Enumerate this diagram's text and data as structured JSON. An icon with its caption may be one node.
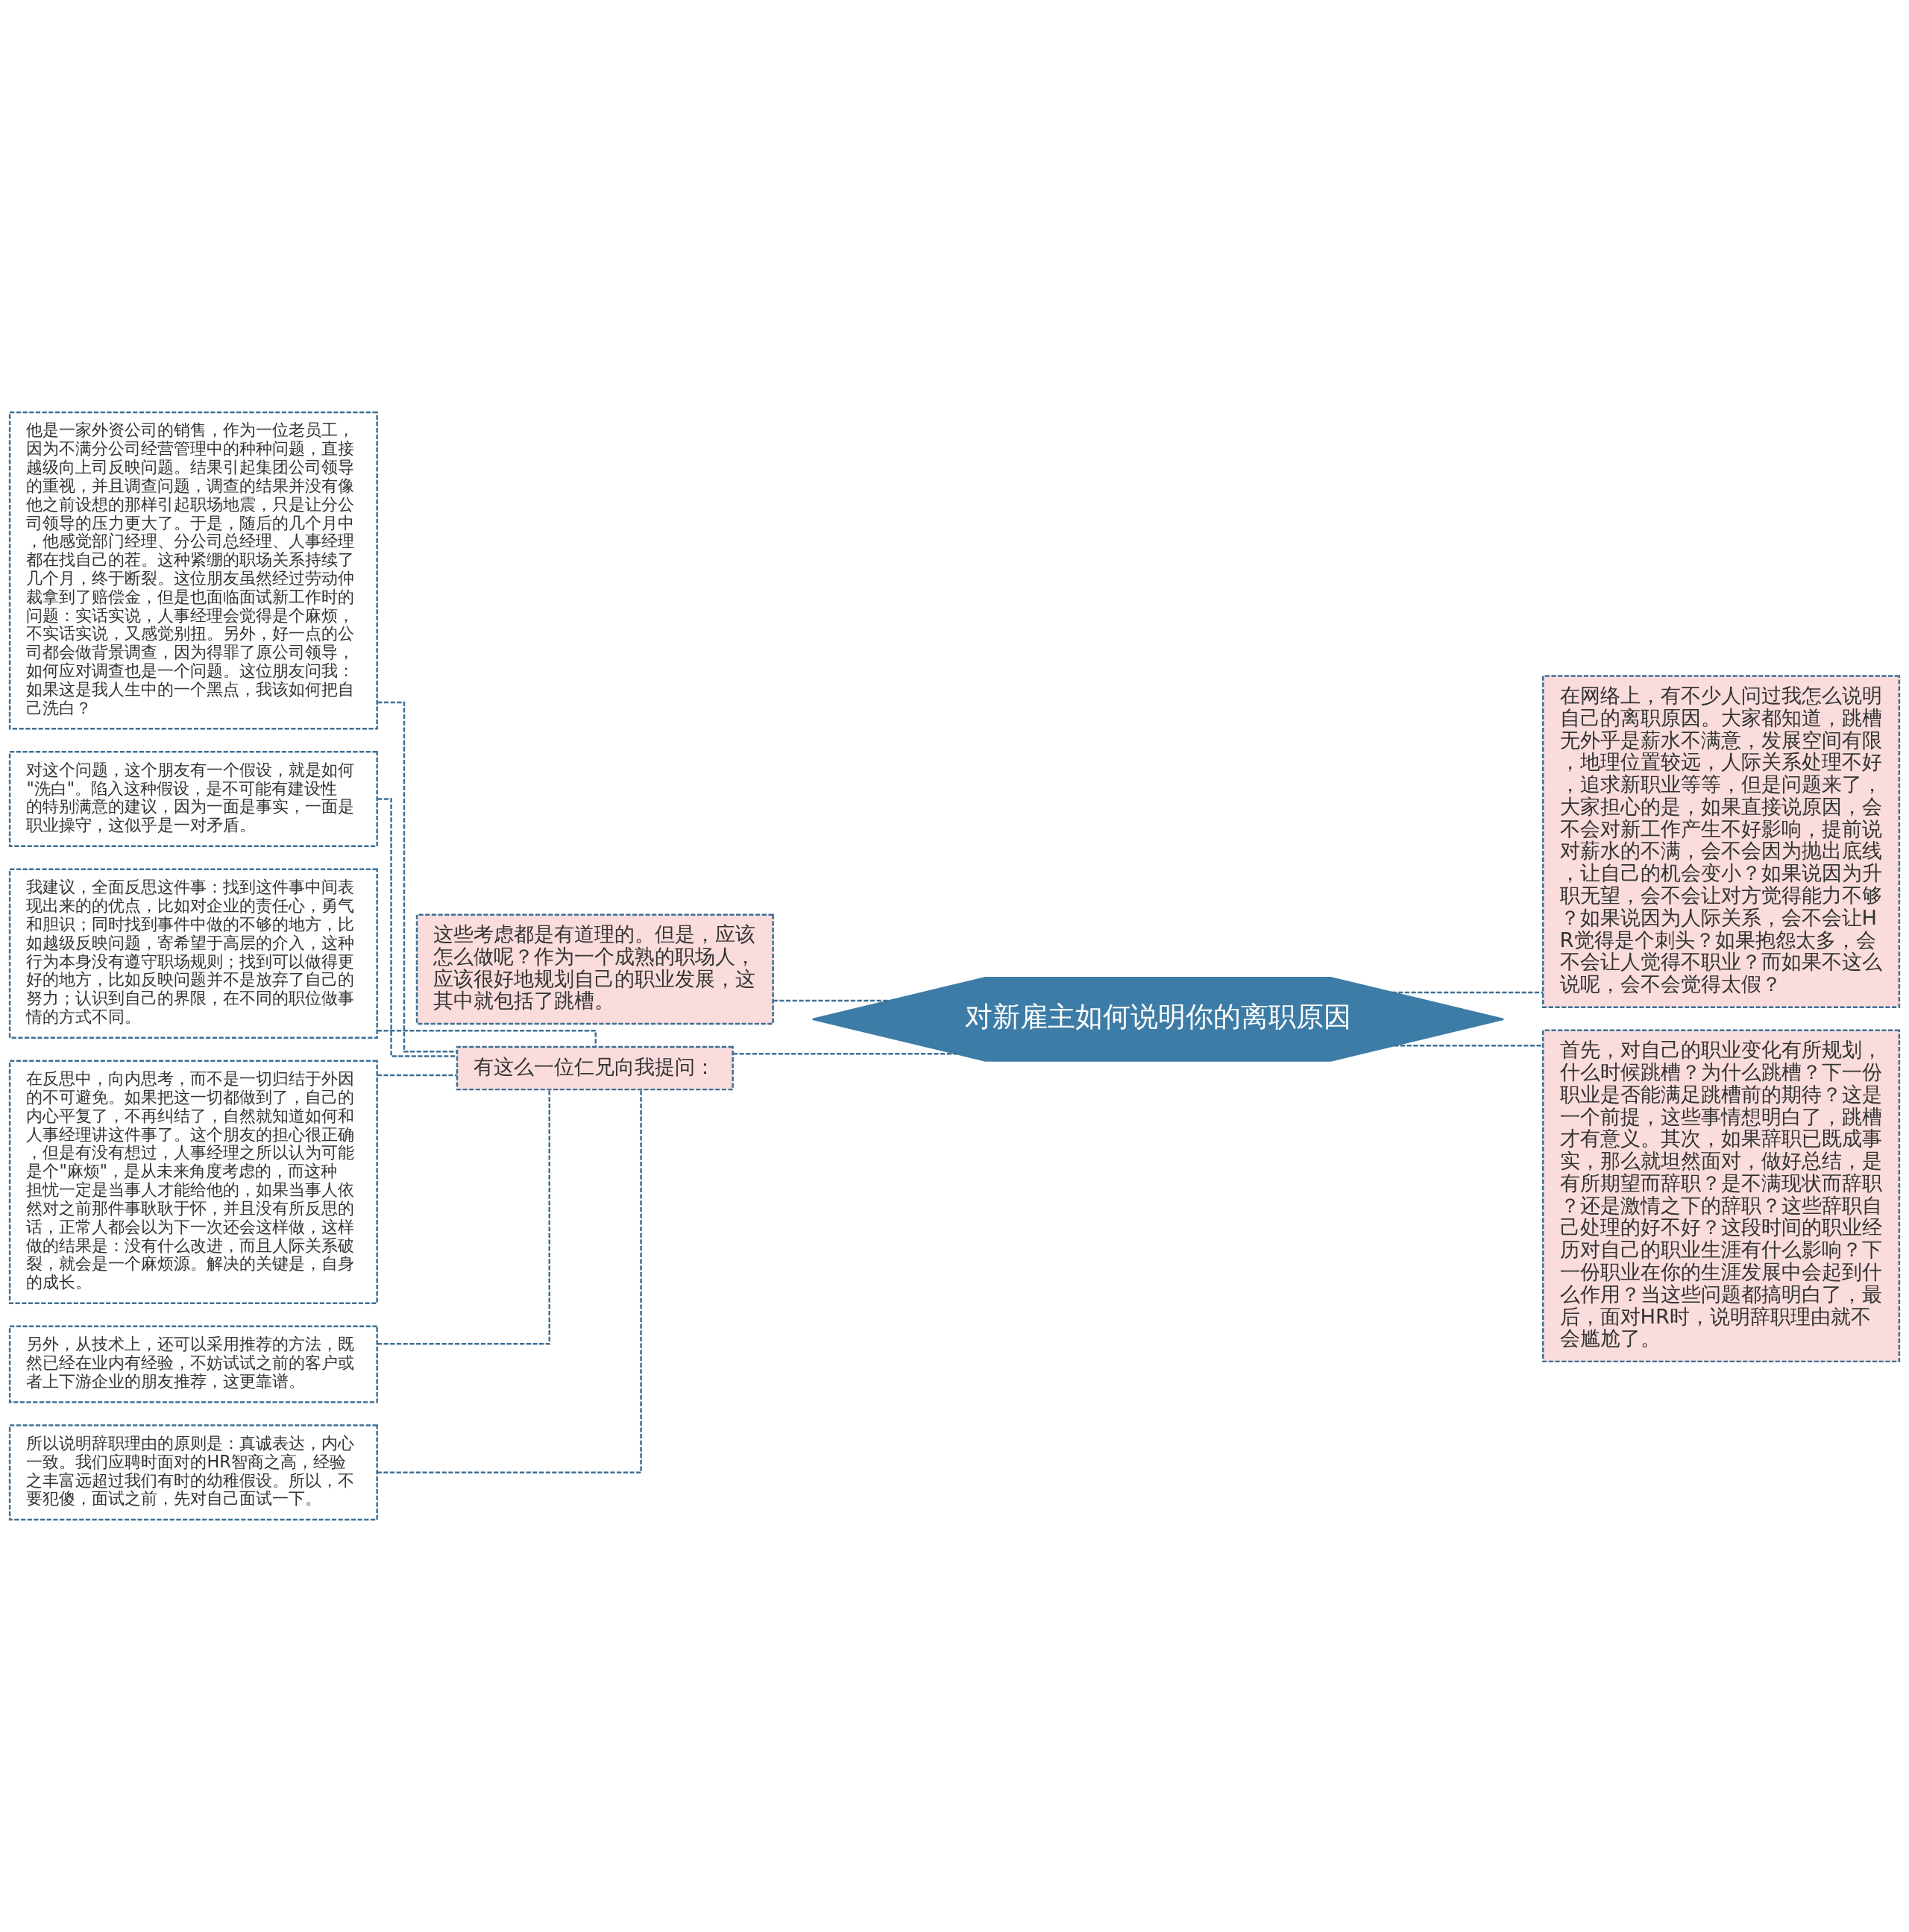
{
  "diagram": {
    "nodes": [
      {
        "text": [
          "对新雇主如何说明你的离职原因"
        ]
      },
      {
        "text": [
          "这些考虑都是有道理的。但是，应该怎么做呢？作为一个成熟的职场人，应该很好地规划自己的职业发展，这其中就包括了跳槽。"
        ]
      },
      {
        "text": [
          "有这么一位仁兄向我提问："
        ]
      },
      {
        "text": [
          "他是一家外资公司的销售，作为一位老员工，因为不满分公司经营管理中的种种问题，直接越级向上司反映问题。结果引起集团公司领导的重视，并且调查问题，调查的结果并没有像他之前设想的那样引起职场地震，只是让分公司领导的压力更大了。于是，随后的几个月中，他感觉部门经理、分公司总经理、人事经理都在找自己的茬。这种紧绷的职场关系持续了几个月，终于断裂。这位朋友虽然经过劳动仲裁拿到了赔偿金，但是也面临面试新工作时的问题：实话实说，人事经理会觉得是个麻烦，不实话实说，又感觉别扭。另外，好一点的公司都会做背景调查，因为得罪了原公司领导，如何应对调查也是一个问题。这位朋友问我：如果这是我人生中的一个黑点，我该如何把自己洗白？"
        ]
      },
      {
        "text": [
          "对这个问题，这个朋友有一个假设，就是如何\"洗白\"。陷入这种假设，是不可能有建设性的特别满意的建议，因为一面是事实，一面是职业操守，这似乎是一对矛盾。"
        ]
      },
      {
        "text": [
          "我建议，全面反思这件事：找到这件事中间表现出来的的优点，比如对企业的责任心，勇气和胆识；同时找到事件中做的不够的地方，比如越级反映问题，寄希望于高层的介入，这种行为本身没有遵守职场规则；找到可以做得更好的地方，比如反映问题并不是放弃了自己的努力；认识到自己的界限，在不同的职位做事情的方式不同。"
        ]
      },
      {
        "text": [
          "在反思中，向内思考，而不是一切归结于外因的不可避免。如果把这一切都做到了，自己的内心平复了，不再纠结了，自然就知道如何和人事经理讲这件事了。这个朋友的担心很正确，但是有没有想过，人事经理之所以认为可能是个\"麻烦\"，是从未来角度考虑的，而这种担忧一定是当事人才能给他的，如果当事人依然对之前那件事耿耿于怀，并且没有所反思的话，正常人都会以为下一次还会这样做，这样做的结果是：没有什么改进，而且人际关系破裂，就会是一个麻烦源。解决的关键是，自身的成长。"
        ]
      },
      {
        "text": [
          "另外，从技术上，还可以采用推荐的方法，既然已经在业内有经验，不妨试试之前的客户或者上下游企业的朋友推荐，这更靠谱。"
        ]
      },
      {
        "text": [
          "所以说明辞职理由的原则是：真诚表达，内心一致。我们应聘时面对的HR智商之高，经验之丰富远超过我们有时的幼稚假设。所以，不要犯傻，面试之前，先对自己面试一下。"
        ]
      },
      {
        "text": [
          "在网络上，有不少人问过我怎么说明自己的离职原因。大家都知道，跳槽无外乎是薪水不满意，发展空间有限，地理位置较远，人际关系处理不好，追求新职业等等，但是问题来了，大家担心的是，如果直接说原因，会不会对新工作产生不好影响，提前说对薪水的不满，会不会因为抛出底线，让自己的机会变小？如果说因为升职无望，会不会让对方觉得能力不够？如果说因为人际关系，会不会让HR觉得是个刺头？如果抱怨太多，会不会让人觉得不职业？而如果不这么说呢，会不会觉得太假？"
        ]
      },
      {
        "text": [
          "首先，对自己的职业变化有所规划，什么时候跳槽？为什么跳槽？下一份职业是否能满足跳槽前的期待？这是一个前提，这些事情想明白了，跳槽才有意义。其次，如果辞职已既成事实，那么就坦然面对，做好总结，是有所期望而辞职？是不满现状而辞职？还是激情之下的辞职？这些辞职自己处理的好不好？这段时间的职业经历对自己的职业生涯有什么影响？下一份职业在你的生涯发展中会起到什么作用？当这些问题都搞明白了，最后，面对HR时，说明辞职理由就不会尴尬了。"
        ]
      }
    ],
    "edges": [
      {
        "from": 0,
        "to": 1,
        "arrow": "none"
      },
      {
        "from": 0,
        "to": 2,
        "arrow": "none"
      },
      {
        "from": 2,
        "to": 3,
        "arrow": "none"
      },
      {
        "from": 2,
        "to": 4,
        "arrow": "none"
      },
      {
        "from": 2,
        "to": 5,
        "arrow": "none"
      },
      {
        "from": 2,
        "to": 6,
        "arrow": "none"
      },
      {
        "from": 2,
        "to": 7,
        "arrow": "none"
      },
      {
        "from": 2,
        "to": 8,
        "arrow": "none"
      },
      {
        "from": 0,
        "to": 9,
        "arrow": "none"
      },
      {
        "from": 0,
        "to": 10,
        "arrow": "none"
      }
    ]
  }
}
